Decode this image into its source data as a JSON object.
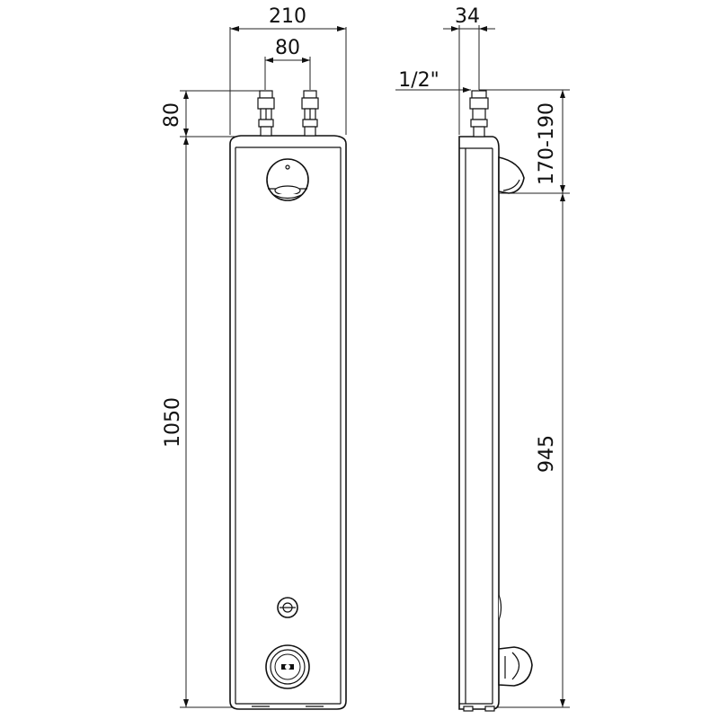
{
  "dimensions": {
    "front_width": "210",
    "inlet_spacing": "80",
    "inlet_height": "80",
    "panel_height": "1050",
    "side_depth": "34",
    "thread_size": "1/2\"",
    "shower_head_offset": "170-190",
    "side_height": "945"
  },
  "icons": {
    "fixed_shower_head": "shower-head-icon",
    "push_button": "push-button-icon",
    "mixing_valve": "temperature-knob-icon"
  }
}
